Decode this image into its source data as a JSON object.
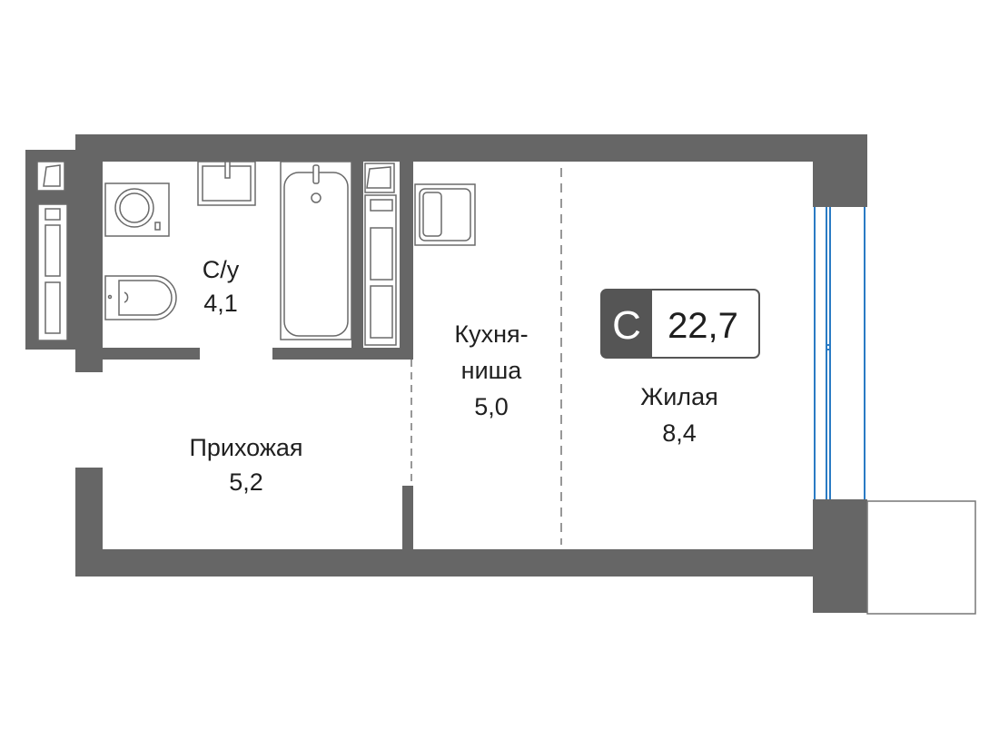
{
  "apartment": {
    "type_letter": "С",
    "total_area": "22,7"
  },
  "rooms": [
    {
      "name": "С/у",
      "area": "4,1"
    },
    {
      "name_line1": "Кухня-",
      "name_line2": "ниша",
      "area": "5,0"
    },
    {
      "name": "Жилая",
      "area": "8,4"
    },
    {
      "name": "Прихожая",
      "area": "5,2"
    }
  ],
  "colors": {
    "wall": "#666666",
    "window": "#2a7bc4",
    "text": "#1f1f1f"
  }
}
